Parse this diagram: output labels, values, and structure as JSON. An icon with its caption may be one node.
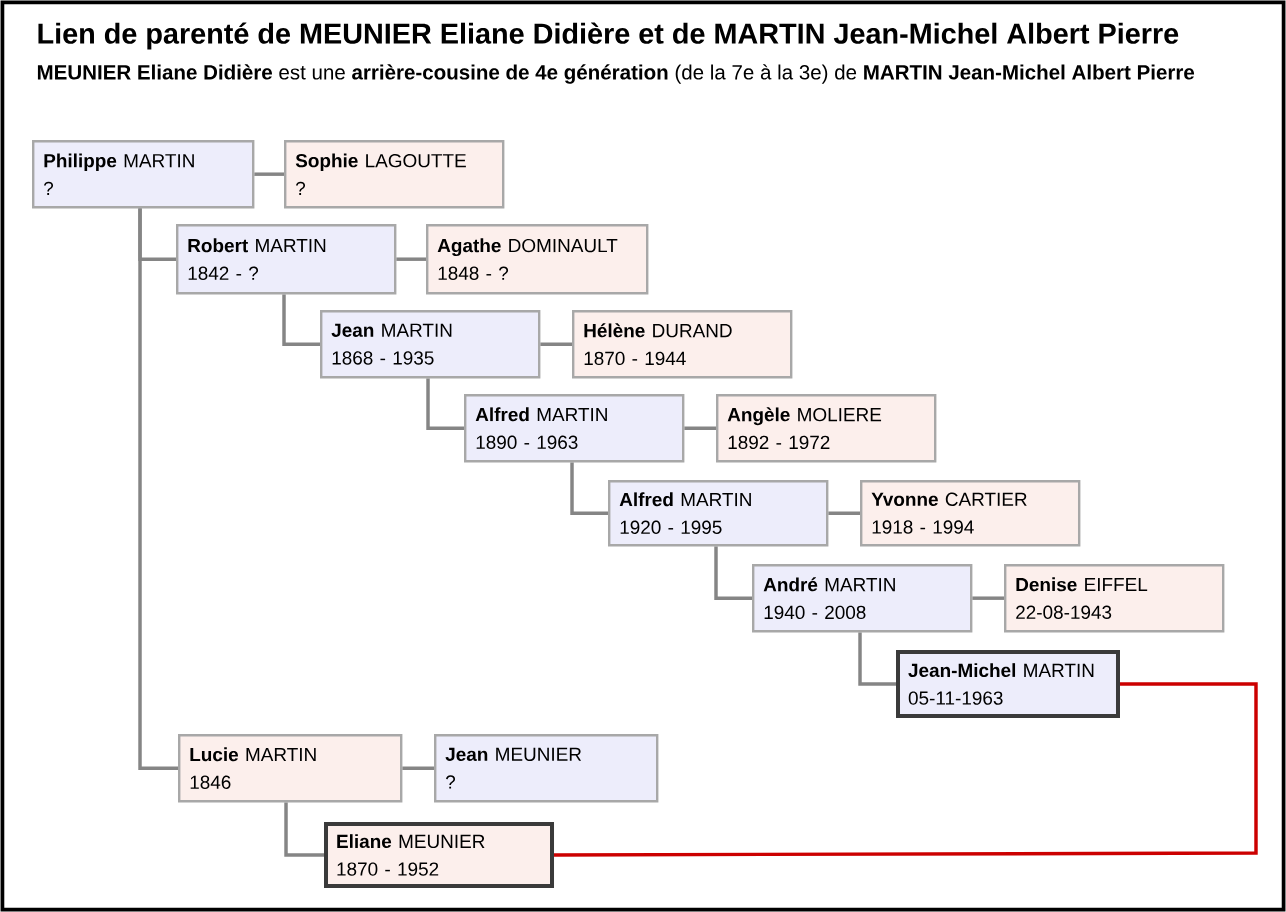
{
  "diagram": {
    "title": "Lien de parenté de MEUNIER Eliane Didière et de MARTIN Jean-Michel Albert Pierre",
    "nodes": [
      {
        "text": [
          "**Philippe** MARTIN",
          "?"
        ]
      },
      {
        "text": [
          "**Sophie** LAGOUTTE",
          "?"
        ]
      },
      {
        "text": [
          "**Robert** MARTIN",
          "1842 - ?"
        ]
      },
      {
        "text": [
          "**Agathe** DOMINAULT",
          "1848 - ?"
        ]
      },
      {
        "text": [
          "**Jean** MARTIN",
          "1868 - 1935"
        ]
      },
      {
        "text": [
          "**Hélène** DURAND",
          "1870 - 1944"
        ]
      },
      {
        "text": [
          "**Alfred** MARTIN",
          "1890 - 1963"
        ]
      },
      {
        "text": [
          "**Angèle** MOLIERE",
          "1892 - 1972"
        ]
      },
      {
        "text": [
          "**Alfred** MARTIN",
          "1920 - 1995"
        ]
      },
      {
        "text": [
          "**Yvonne** CARTIER",
          "1918 - 1994"
        ]
      },
      {
        "text": [
          "**André** MARTIN",
          "1940 - 2008"
        ]
      },
      {
        "text": [
          "**Denise** EIFFEL",
          "22-08-1943"
        ]
      },
      {
        "text": [
          "**Jean-Michel** MARTIN",
          "05-11-1963"
        ]
      },
      {
        "text": [
          "**Lucie** MARTIN",
          "1846"
        ]
      },
      {
        "text": [
          "**Jean** MEUNIER",
          "?"
        ]
      },
      {
        "text": [
          "**Eliane** MEUNIER",
          "1870 - 1952"
        ]
      }
    ],
    "edges": [
      {
        "from": 0,
        "to": 1,
        "arrow": "none"
      },
      {
        "from": 0,
        "to": 2,
        "arrow": "none"
      },
      {
        "from": 0,
        "to": 13,
        "arrow": "none"
      },
      {
        "from": 2,
        "to": 3,
        "arrow": "none"
      },
      {
        "from": 2,
        "to": 4,
        "arrow": "none"
      },
      {
        "from": 4,
        "to": 5,
        "arrow": "none"
      },
      {
        "from": 4,
        "to": 6,
        "arrow": "none"
      },
      {
        "from": 6,
        "to": 7,
        "arrow": "none"
      },
      {
        "from": 6,
        "to": 8,
        "arrow": "none"
      },
      {
        "from": 8,
        "to": 9,
        "arrow": "none"
      },
      {
        "from": 8,
        "to": 10,
        "arrow": "none"
      },
      {
        "from": 10,
        "to": 11,
        "arrow": "none"
      },
      {
        "from": 10,
        "to": 12,
        "arrow": "none"
      },
      {
        "from": 13,
        "to": 14,
        "arrow": "none"
      },
      {
        "from": 13,
        "to": 15,
        "arrow": "none"
      },
      {
        "from": 12,
        "to": 15,
        "arrow": "none",
        "color": "#cc0000"
      }
    ],
    "labels": [
      "**MEUNIER Eliane Didière** est une **arrière-cousine de 4e génération** (de la 7e à la 3e) de **MARTIN Jean-Michel Albert Pierre**"
    ]
  }
}
